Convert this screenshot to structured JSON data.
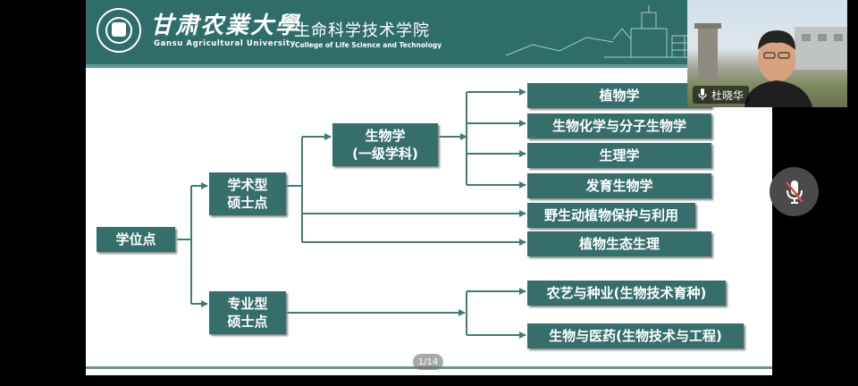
{
  "header": {
    "university_cn": "甘肃农業大學",
    "university_en": "Gansu Agricultural University",
    "college_cn": "生命科学技术学院",
    "college_en": "College of Life Science and Technology"
  },
  "diagram": {
    "root": "学位点",
    "academic": [
      "学术型",
      "硕士点"
    ],
    "professional": [
      "专业型",
      "硕士点"
    ],
    "biology": [
      "生物学",
      "(一级学科)"
    ],
    "subfields": [
      "植物学",
      "生物化学与分子生物学",
      "生理学",
      "发育生物学"
    ],
    "academic_direct": [
      "野生动植物保护与利用",
      "植物生态生理"
    ],
    "professional_fields": [
      "农艺与种业(生物技术育种)",
      "生物与医药(生物技术与工程)"
    ]
  },
  "slide_counter": "1/14",
  "video_participant": {
    "name": "杜晓华"
  },
  "colors": {
    "banner": "#2f6d69",
    "box": "#356e6b",
    "line": "#3f7c78"
  },
  "icons": [
    "mic-icon",
    "mic-muted-icon",
    "university-seal-icon"
  ]
}
